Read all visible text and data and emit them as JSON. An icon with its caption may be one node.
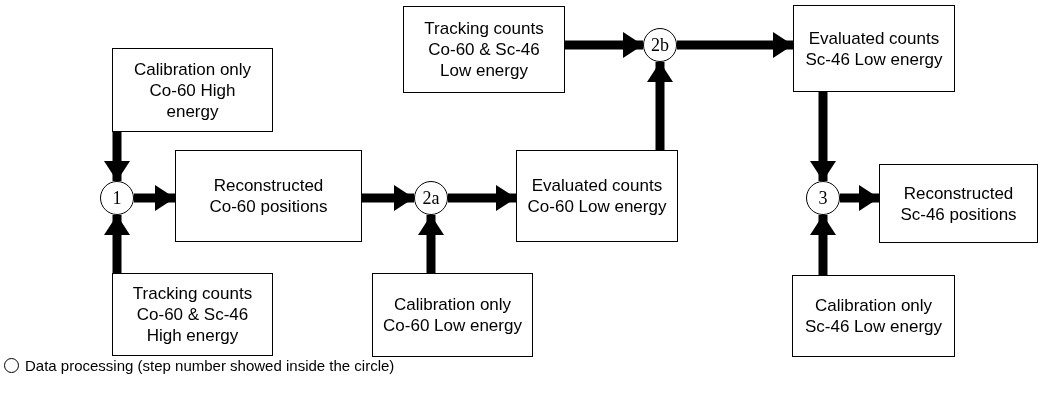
{
  "diagram": {
    "nodes": [
      {
        "text": [
          "Calibration only Co-60 High energy"
        ]
      },
      {
        "text": [
          "1"
        ]
      },
      {
        "text": [
          "Tracking counts Co-60 & Sc-46 High energy"
        ]
      },
      {
        "text": [
          "Reconstructed Co-60 positions"
        ]
      },
      {
        "text": [
          "2a"
        ]
      },
      {
        "text": [
          "Calibration only Co-60 Low energy"
        ]
      },
      {
        "text": [
          "Evaluated counts Co-60 Low energy"
        ]
      },
      {
        "text": [
          "Tracking counts Co-60 & Sc-46 Low energy"
        ]
      },
      {
        "text": [
          "2b"
        ]
      },
      {
        "text": [
          "Evaluated counts Sc-46 Low energy"
        ]
      },
      {
        "text": [
          "3"
        ]
      },
      {
        "text": [
          "Calibration only Sc-46 Low energy"
        ]
      },
      {
        "text": [
          "Reconstructed Sc-46 positions"
        ]
      }
    ],
    "edges": [
      {
        "from": 0,
        "to": 1,
        "arrow": "to"
      },
      {
        "from": 2,
        "to": 1,
        "arrow": "to"
      },
      {
        "from": 1,
        "to": 3,
        "arrow": "to"
      },
      {
        "from": 3,
        "to": 4,
        "arrow": "to"
      },
      {
        "from": 5,
        "to": 4,
        "arrow": "to"
      },
      {
        "from": 4,
        "to": 6,
        "arrow": "to"
      },
      {
        "from": 6,
        "to": 8,
        "arrow": "to"
      },
      {
        "from": 7,
        "to": 8,
        "arrow": "to"
      },
      {
        "from": 8,
        "to": 9,
        "arrow": "to"
      },
      {
        "from": 9,
        "to": 10,
        "arrow": "to"
      },
      {
        "from": 11,
        "to": 10,
        "arrow": "to"
      },
      {
        "from": 10,
        "to": 12,
        "arrow": "to"
      }
    ],
    "legend": [
      {
        "text": "Data processing (step number showed inside the circle)"
      }
    ]
  }
}
